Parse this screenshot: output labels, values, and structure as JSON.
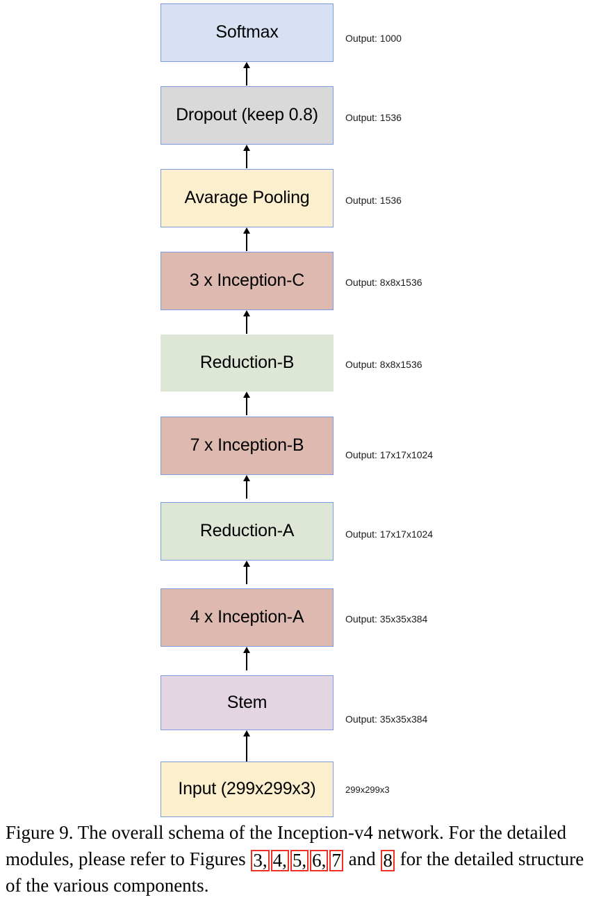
{
  "figure": {
    "title": "Inception-v4 overall schema",
    "colors": {
      "blue_fill": "#d7e1f3",
      "gray_fill": "#d9d9d9",
      "yellow_fill": "#fbefcd",
      "salmon_fill": "#ddb9af",
      "green_fill": "#dee7d6",
      "lavender_fill": "#e4d5e3",
      "border": "#7b9ce0",
      "arrow": "#000000",
      "ref_box": "#ee3124"
    },
    "blocks": [
      {
        "id": "softmax",
        "label": "Softmax",
        "output": "Output: 1000"
      },
      {
        "id": "dropout",
        "label": "Dropout (keep 0.8)",
        "output": "Output: 1536"
      },
      {
        "id": "avgpool",
        "label": "Avarage Pooling",
        "output": "Output: 1536"
      },
      {
        "id": "inception-c",
        "label": "3 x Inception-C",
        "output": "Output: 8x8x1536"
      },
      {
        "id": "reduction-b",
        "label": "Reduction-B",
        "output": "Output: 8x8x1536"
      },
      {
        "id": "inception-b",
        "label": "7 x Inception-B",
        "output": "Output: 17x17x1024"
      },
      {
        "id": "reduction-a",
        "label": "Reduction-A",
        "output": "Output: 17x17x1024"
      },
      {
        "id": "inception-a",
        "label": "4 x Inception-A",
        "output": "Output: 35x35x384"
      },
      {
        "id": "stem",
        "label": "Stem",
        "output": "Output: 35x35x384"
      },
      {
        "id": "input",
        "label": "Input (299x299x3)",
        "output": "299x299x3"
      }
    ]
  },
  "caption": {
    "part1": "Figure 9. The overall schema of the Inception-v4 network. For the detailed modules, please refer to Figures ",
    "refs": [
      "3,",
      "4,",
      "5,",
      "6,",
      "7"
    ],
    "conjunction": " and ",
    "last_ref": "8",
    "part2": " for the detailed structure of the various components."
  }
}
